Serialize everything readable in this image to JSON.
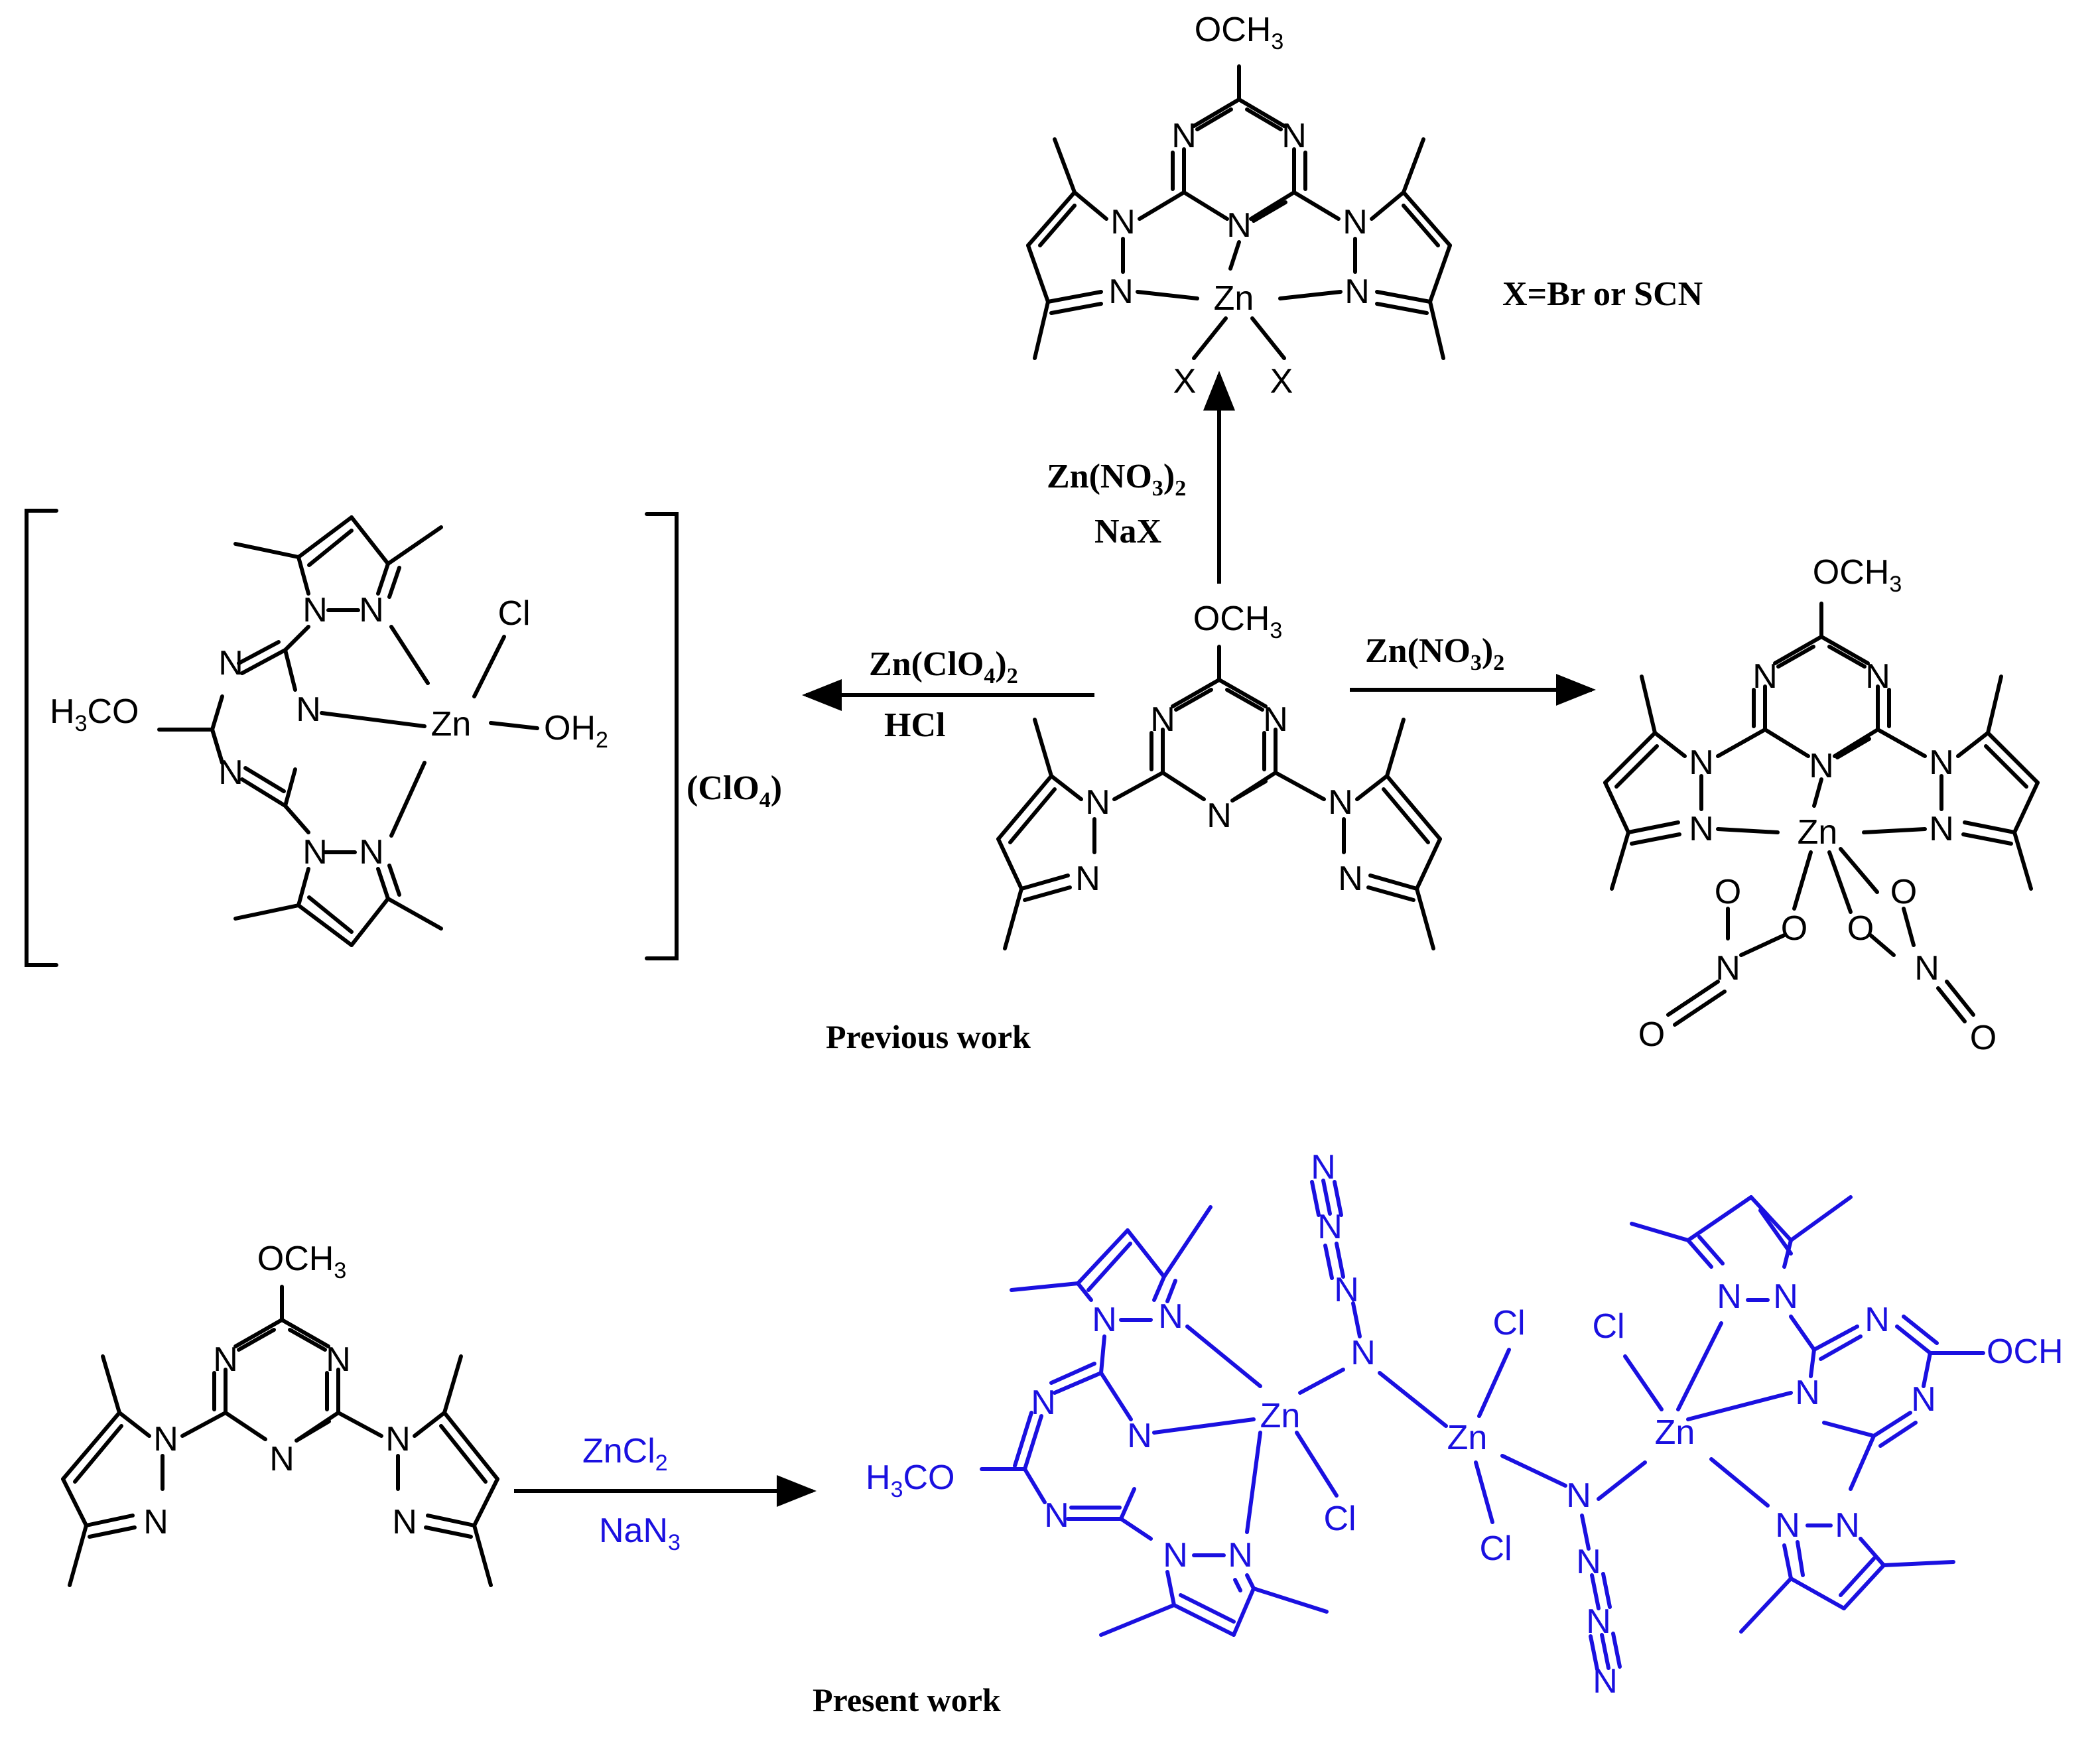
{
  "colors": {
    "previous": "#000000",
    "present": "#1a10e0"
  },
  "labels": {
    "previous_work": "Previous work",
    "present_work": "Present work",
    "x_definition": "X=Br or SCN",
    "counter_ion": "(ClO",
    "counter_ion_sub": "4",
    "counter_ion_close": ")"
  },
  "conditions": {
    "top_reagent": "Zn(NO",
    "top_reagent_sub": "3",
    "top_reagent_close": ")",
    "top_reagent_sub2": "2",
    "top_salt": "NaX",
    "left_reagent": "Zn(ClO",
    "left_reagent_sub": "4",
    "left_reagent_close": ")",
    "left_reagent_sub2": "2",
    "left_acid": "HCl",
    "right_reagent": "Zn(NO",
    "right_reagent_sub": "3",
    "right_reagent_close": ")",
    "right_reagent_sub2": "2",
    "present_reagent": "ZnCl",
    "present_reagent_sub": "2",
    "present_salt": "NaN",
    "present_salt_sub": "3"
  },
  "atoms": {
    "n": "N",
    "o": "O",
    "x": "X",
    "zn": "Zn",
    "cl": "Cl",
    "och3": "OCH",
    "three": "3",
    "h3co_h": "H",
    "h3co_rest": "CO",
    "oh2_oh": "OH",
    "oh2_sub": "2",
    "och_trunc": "OCH"
  }
}
